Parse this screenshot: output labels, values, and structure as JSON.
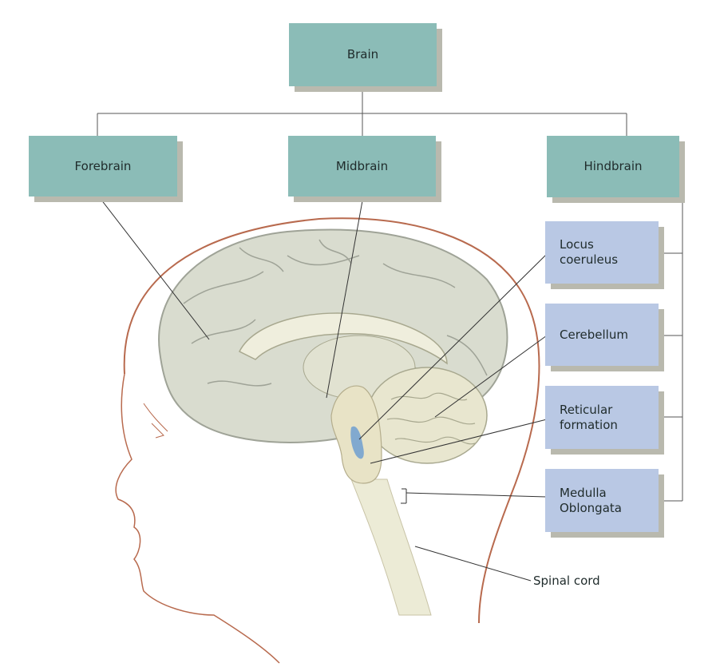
{
  "hierarchy": {
    "root": "Brain",
    "divisions": [
      "Forebrain",
      "Midbrain",
      "Hindbrain"
    ]
  },
  "hindbrain_parts": [
    "Locus\ncoeruleus",
    "Cerebellum",
    "Reticular\nformation",
    "Medulla\nOblongata"
  ],
  "other_labels": {
    "spinal_cord": "Spinal cord"
  },
  "colors": {
    "division_box": "#8bbcb7",
    "part_box": "#b9c8e4",
    "box_shadow": "#b9b9ae",
    "brain_gray": "#d9dccf",
    "head_outline": "#b86a4e",
    "brainstem": "#e8e3c6",
    "locus_highlight": "#6f9fd0"
  }
}
